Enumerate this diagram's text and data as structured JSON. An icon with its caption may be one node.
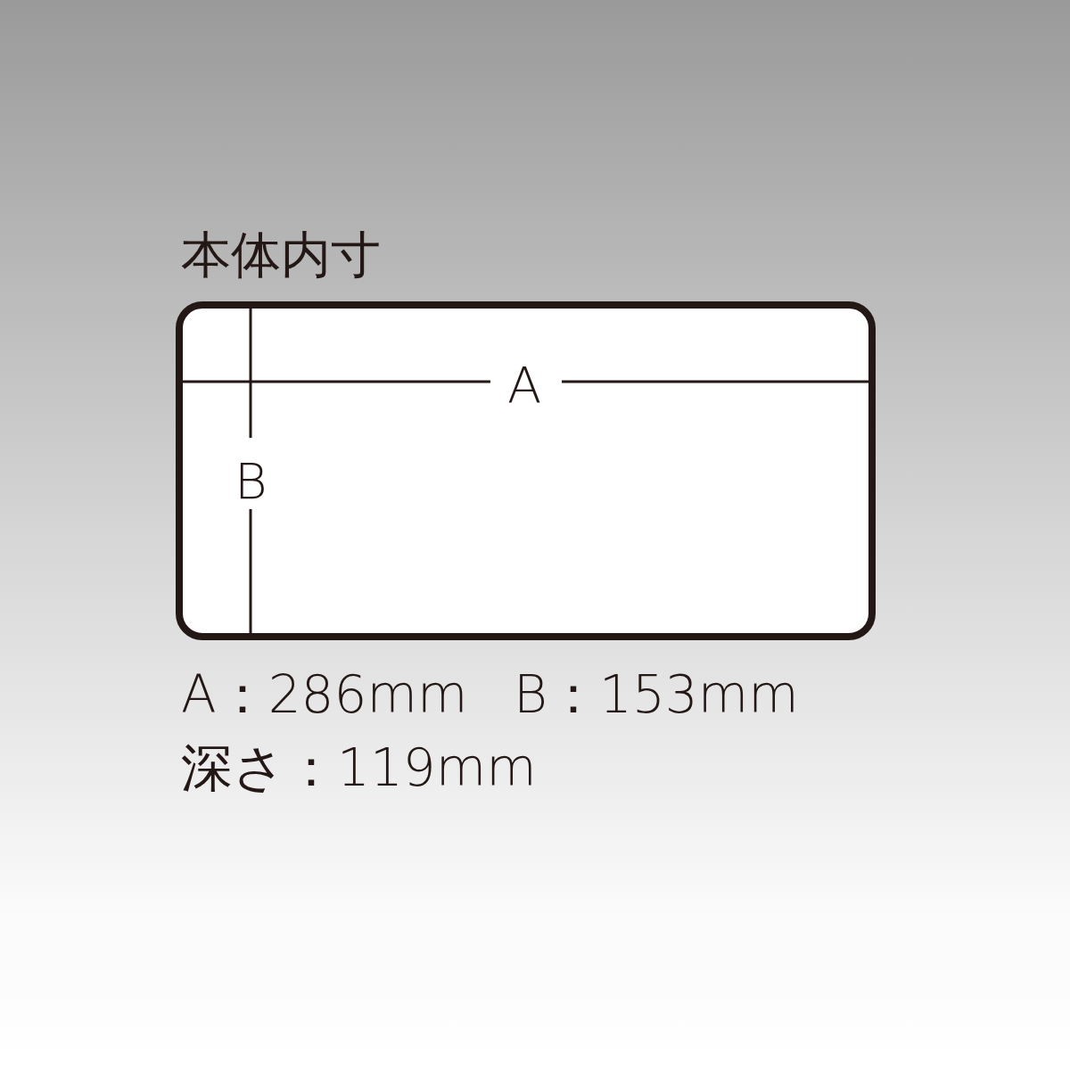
{
  "diagram": {
    "title": "本体内寸",
    "nodes": [
      {
        "text": [],
        "shape": "box"
      }
    ],
    "labels": [
      "A",
      "B",
      "A：286mm",
      "B：153mm",
      "深さ：119mm"
    ]
  }
}
